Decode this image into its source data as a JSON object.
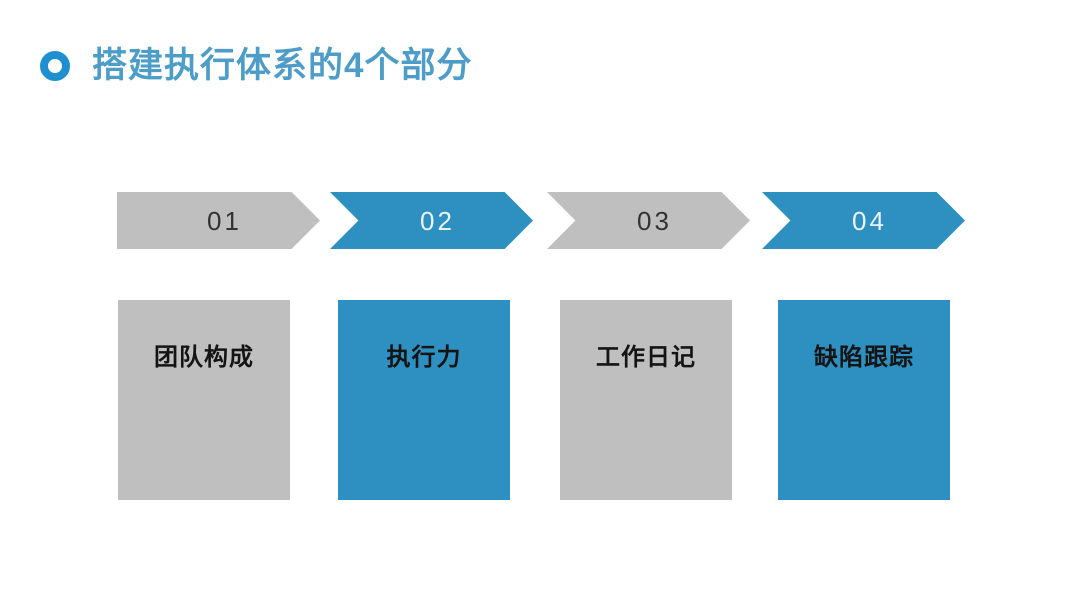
{
  "slide": {
    "background_color": "#FFFFFF",
    "accent_blue": "#2E8FC1",
    "accent_gray": "#BFBFBF",
    "title_color": "#4E9DC8"
  },
  "header": {
    "bullet_icon": "ring-bullet-icon",
    "title": "搭建执行体系的4个部分"
  },
  "chevrons": [
    {
      "number": "01",
      "style": "gray",
      "shape": "flat-left-arrow"
    },
    {
      "number": "02",
      "style": "blue",
      "shape": "chevron"
    },
    {
      "number": "03",
      "style": "gray",
      "shape": "chevron"
    },
    {
      "number": "04",
      "style": "blue",
      "shape": "chevron"
    }
  ],
  "cards": [
    {
      "label": "团队构成",
      "style": "gray"
    },
    {
      "label": "执行力",
      "style": "blue"
    },
    {
      "label": "工作日记",
      "style": "gray"
    },
    {
      "label": "缺陷跟踪",
      "style": "blue"
    }
  ]
}
